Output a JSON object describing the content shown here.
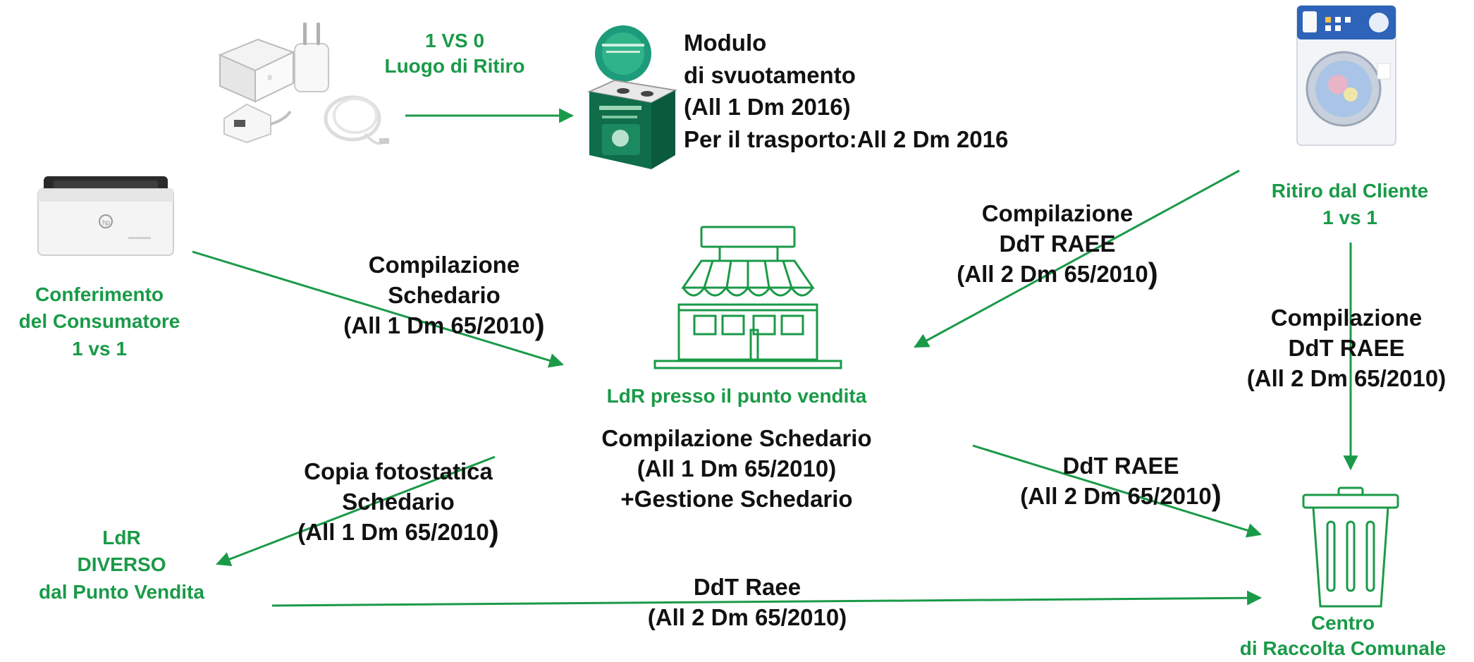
{
  "colors": {
    "accent_green": "#1a9a48",
    "text_black": "#111111"
  },
  "icons": [
    "charger-image",
    "recycle-bin-image",
    "printer-image",
    "washing-machine-image",
    "store-icon",
    "trash-bin-icon"
  ],
  "top": {
    "arrow_label": [
      "1 VS 0",
      "Luogo di Ritiro"
    ],
    "modulo_text": [
      "Modulo",
      "di svuotamento",
      "(All 1 Dm 2016)",
      "Per il trasporto:All 2 Dm 2016"
    ]
  },
  "consumatore": {
    "label": [
      "Conferimento",
      "del Consumatore",
      "1 vs 1"
    ]
  },
  "cliente": {
    "label": [
      "Ritiro dal Cliente",
      "1 vs 1"
    ]
  },
  "store": {
    "label": "LdR presso il punto vendita",
    "text": [
      "Compilazione Schedario",
      "(All 1 Dm 65/2010)",
      "+Gestione Schedario"
    ]
  },
  "schedario_arrow": {
    "lines": [
      "Compilazione",
      "Schedario",
      "(All 1 Dm 65/2010"
    ],
    "paren": ")"
  },
  "ddt_cliente_store": {
    "lines": [
      "Compilazione",
      "DdT RAEE",
      "(All 2 Dm 65/2010"
    ],
    "paren": ")"
  },
  "ddt_cliente_centro": {
    "lines": [
      "Compilazione",
      "DdT RAEE",
      "(All 2 Dm 65/2010)"
    ]
  },
  "ddt_store_centro": {
    "lines": [
      "DdT RAEE",
      "(All 2 Dm 65/2010"
    ],
    "paren": ")"
  },
  "copia_arrow": {
    "lines": [
      "Copia fotostatica",
      "Schedario",
      "(All 1 Dm 65/2010"
    ],
    "paren": ")"
  },
  "ldr_diverso": {
    "label": [
      "LdR",
      "DIVERSO",
      "dal Punto Vendita"
    ]
  },
  "ddt_bottom": {
    "lines": [
      "DdT Raee",
      "(All 2 Dm 65/2010)"
    ]
  },
  "centro": {
    "label": [
      "Centro",
      "di Raccolta Comunale"
    ]
  }
}
